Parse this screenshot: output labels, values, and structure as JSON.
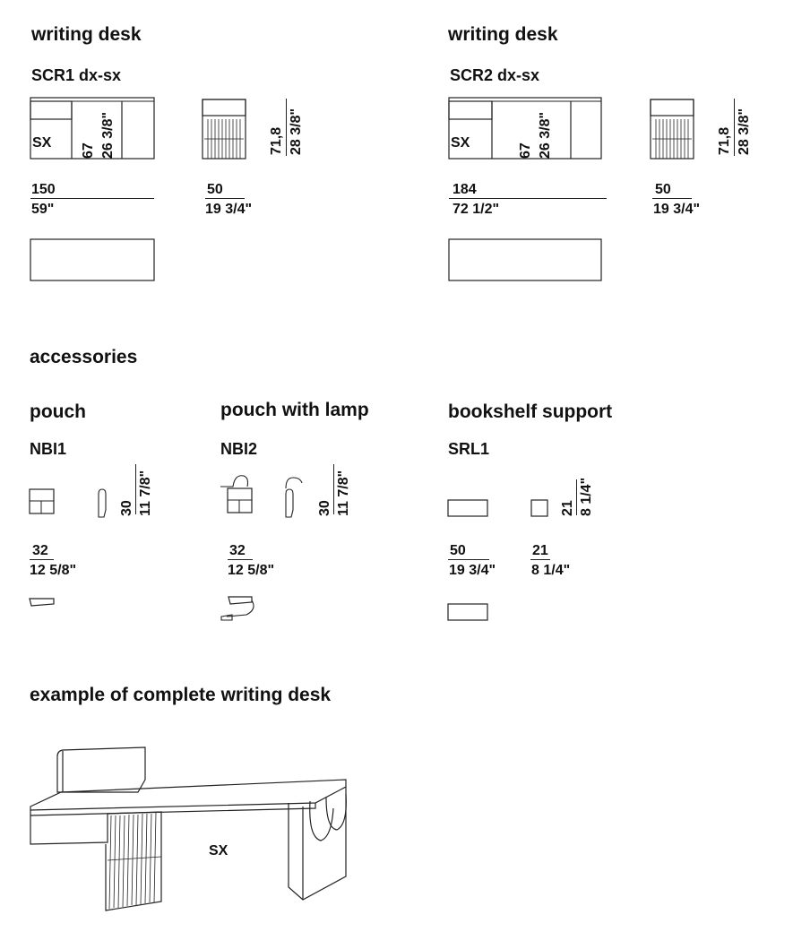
{
  "desk1": {
    "title": "writing desk",
    "code": "SCR1  dx-sx",
    "side_label": "SX",
    "height_cm": "67",
    "height_in": "26 3/8\"",
    "depth_height_cm": "71,8",
    "depth_height_in": "28 3/8\"",
    "width_cm": "150",
    "width_in": "59\"",
    "depth_cm": "50",
    "depth_in": "19 3/4\""
  },
  "desk2": {
    "title": "writing desk",
    "code": "SCR2  dx-sx",
    "side_label": "SX",
    "height_cm": "67",
    "height_in": "26 3/8\"",
    "depth_height_cm": "71,8",
    "depth_height_in": "28 3/8\"",
    "width_cm": "184",
    "width_in": "72 1/2\"",
    "depth_cm": "50",
    "depth_in": "19 3/4\""
  },
  "accessories_title": "accessories",
  "pouch": {
    "title": "pouch",
    "code": "NBI1",
    "height_cm": "30",
    "height_in": "11 7/8\"",
    "width_cm": "32",
    "width_in": "12 5/8\""
  },
  "pouch_lamp": {
    "title": "pouch with lamp",
    "code": "NBI2",
    "height_cm": "30",
    "height_in": "11 7/8\"",
    "width_cm": "32",
    "width_in": "12 5/8\""
  },
  "bookshelf": {
    "title": "bookshelf support",
    "code": "SRL1",
    "height_cm": "21",
    "height_in": "8 1/4\"",
    "width_cm": "50",
    "width_in": "19 3/4\"",
    "depth_cm": "21",
    "depth_in": "8 1/4\""
  },
  "example": {
    "title": "example of complete writing desk",
    "side_label": "SX"
  },
  "colors": {
    "line": "#222222",
    "background": "#ffffff"
  }
}
